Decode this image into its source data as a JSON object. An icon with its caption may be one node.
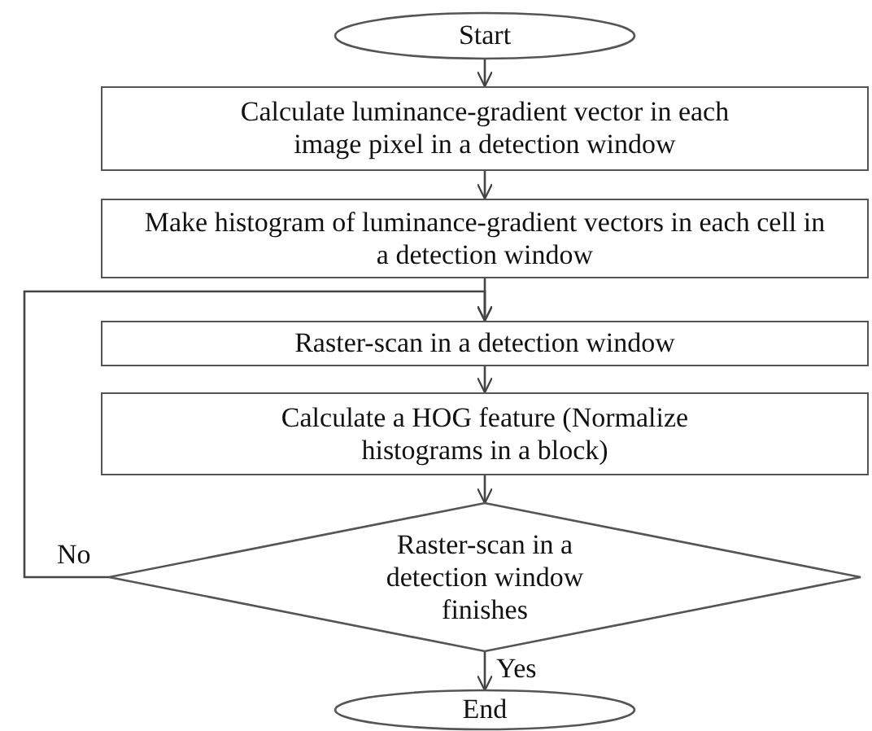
{
  "diagram": {
    "nodes": [
      {
        "text": [
          "Start"
        ]
      },
      {
        "text": [
          "Calculate luminance-gradient vector in each image pixel in a detection window"
        ]
      },
      {
        "text": [
          "Make histogram of luminance-gradient vectors in each cell in a detection window"
        ]
      },
      {
        "text": [
          "Raster-scan in a detection window"
        ]
      },
      {
        "text": [
          "Calculate a HOG feature (Normalize histograms in a block)"
        ]
      },
      {
        "text": [
          "Raster-scan in a detection window finishes"
        ]
      },
      {
        "text": [
          "End"
        ]
      }
    ],
    "edges": [
      {
        "from": 0,
        "to": 1,
        "arrow": "to"
      },
      {
        "from": 1,
        "to": 2,
        "arrow": "to"
      },
      {
        "from": 2,
        "to": 3,
        "arrow": "to"
      },
      {
        "from": 3,
        "to": 4,
        "arrow": "to"
      },
      {
        "from": 4,
        "to": 5,
        "arrow": "to"
      },
      {
        "from": 5,
        "to": 3,
        "arrow": "to",
        "label": "No"
      },
      {
        "from": 5,
        "to": 6,
        "arrow": "to",
        "label": "Yes"
      }
    ]
  }
}
